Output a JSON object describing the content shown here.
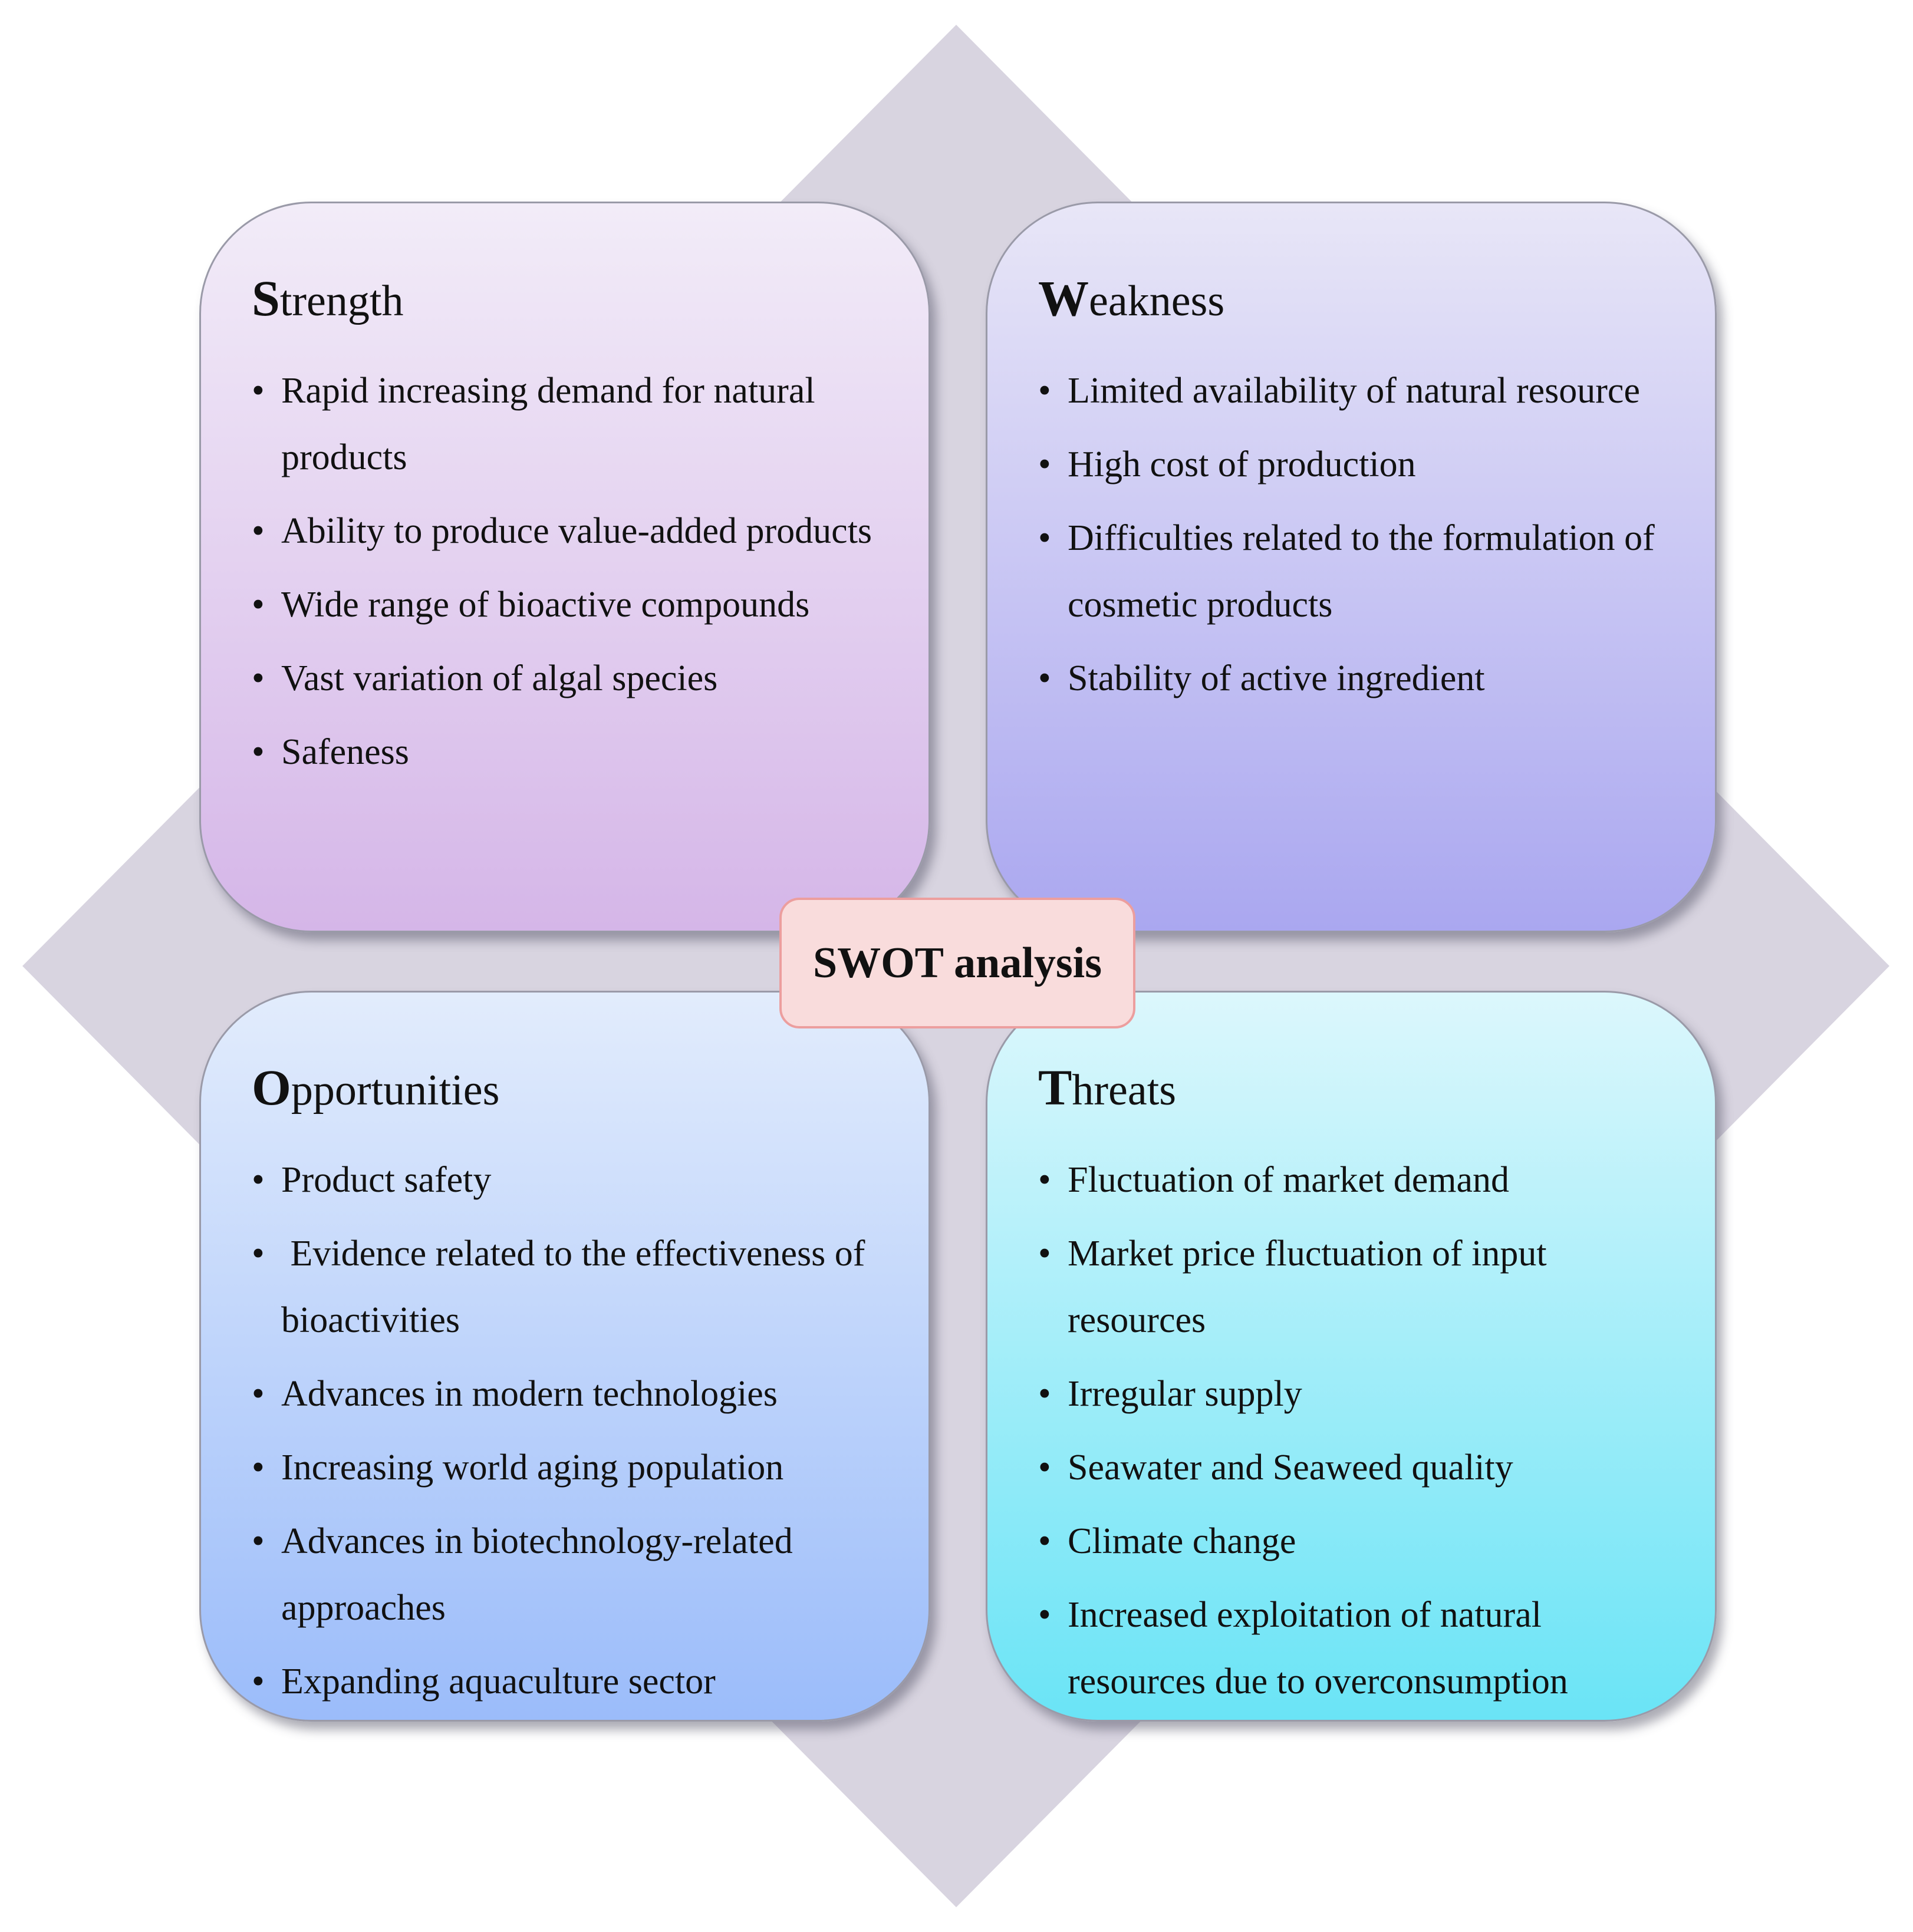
{
  "center_label": "SWOT analysis",
  "colors": {
    "diamond": "#d8d4e0",
    "strength": [
      "#f2ecf8",
      "#d5b6e8"
    ],
    "weakness": [
      "#e8e6f7",
      "#aaa7f0"
    ],
    "opportunities": [
      "#e2ecfc",
      "#9bbcfa"
    ],
    "threats": [
      "#dcf7fc",
      "#6ae4f6"
    ],
    "center_fill": "#f9dcdc",
    "center_border": "#ec9e9e"
  },
  "quadrants": {
    "strength": {
      "title_initial": "S",
      "title_rest": "trength",
      "items": [
        "Rapid increasing demand for natural products",
        "Ability to produce value-added products",
        "Wide range of bioactive compounds",
        "Vast variation of algal species",
        "Safeness"
      ]
    },
    "weakness": {
      "title_initial": "W",
      "title_rest": "eakness",
      "items": [
        "Limited availability of natural resource",
        "High cost of production",
        "Difficulties related to the formulation of cosmetic products",
        "Stability of active ingredient"
      ]
    },
    "opportunities": {
      "title_initial": "O",
      "title_rest": "pportunities",
      "items": [
        "Product safety",
        " Evidence related to the effectiveness of bioactivities",
        "Advances in modern technologies",
        "Increasing world aging population",
        "Advances in biotechnology-related approaches",
        "Expanding aquaculture sector"
      ]
    },
    "threats": {
      "title_initial": "T",
      "title_rest": "hreats",
      "items": [
        "Fluctuation of market demand",
        "Market price fluctuation of input resources",
        "Irregular supply",
        "Seawater and Seaweed quality",
        "Climate change",
        "Increased exploitation of natural resources due to overconsumption"
      ]
    }
  }
}
